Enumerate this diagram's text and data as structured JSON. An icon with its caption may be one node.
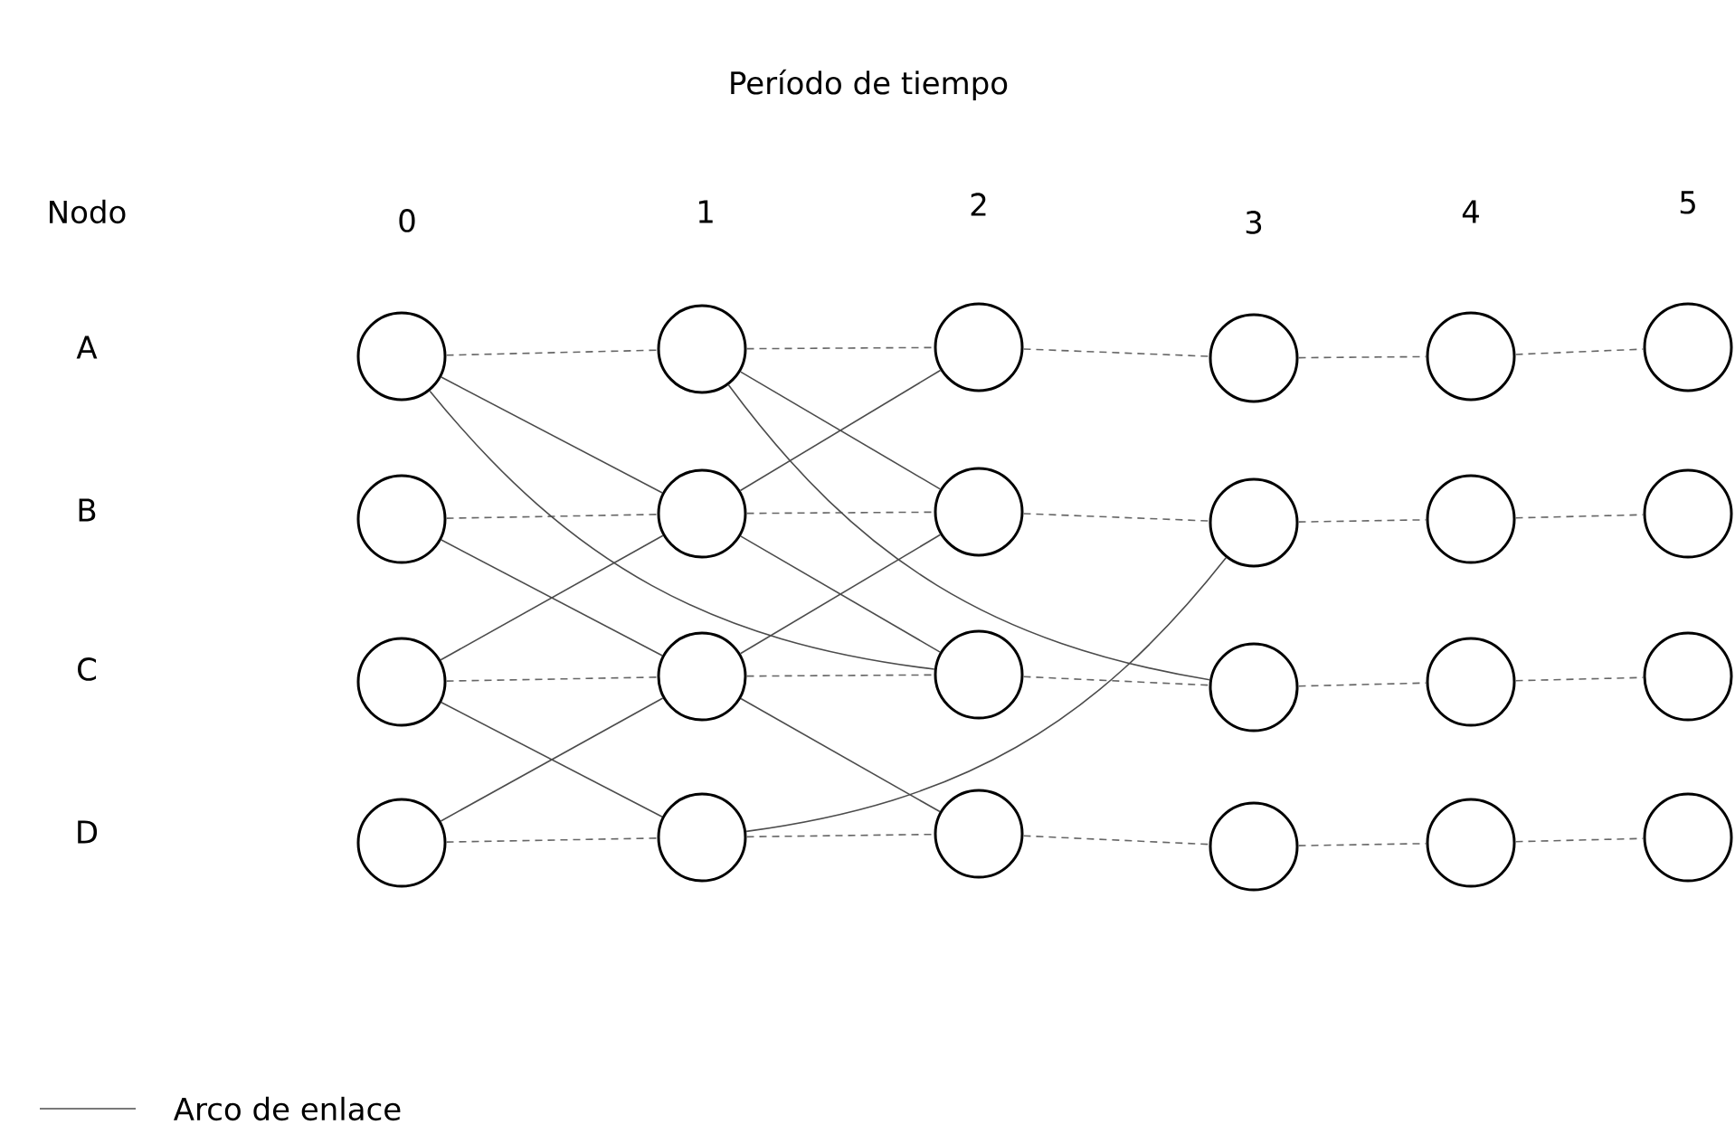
{
  "diagram": {
    "title": "Período de tiempo",
    "nodes": [
      {
        "text": [],
        "shape": "circle"
      },
      {
        "text": [],
        "shape": "circle"
      },
      {
        "text": [],
        "shape": "circle"
      },
      {
        "text": [],
        "shape": "circle"
      },
      {
        "text": [],
        "shape": "circle"
      },
      {
        "text": [],
        "shape": "circle"
      },
      {
        "text": [],
        "shape": "circle"
      },
      {
        "text": [],
        "shape": "circle"
      },
      {
        "text": [],
        "shape": "circle"
      },
      {
        "text": [],
        "shape": "circle"
      },
      {
        "text": [],
        "shape": "circle"
      },
      {
        "text": [],
        "shape": "circle"
      },
      {
        "text": [],
        "shape": "circle"
      },
      {
        "text": [],
        "shape": "circle"
      },
      {
        "text": [],
        "shape": "circle"
      },
      {
        "text": [],
        "shape": "circle"
      },
      {
        "text": [],
        "shape": "circle"
      },
      {
        "text": [],
        "shape": "circle"
      },
      {
        "text": [],
        "shape": "circle"
      },
      {
        "text": [],
        "shape": "circle"
      },
      {
        "text": [],
        "shape": "circle"
      },
      {
        "text": [],
        "shape": "circle"
      },
      {
        "text": [],
        "shape": "circle"
      },
      {
        "text": [],
        "shape": "circle"
      }
    ],
    "edges": [
      {
        "from": 0,
        "to": 1,
        "arrow": "none",
        "style": "dashed"
      },
      {
        "from": 1,
        "to": 2,
        "arrow": "none",
        "style": "dashed"
      },
      {
        "from": 2,
        "to": 3,
        "arrow": "none",
        "style": "dashed"
      },
      {
        "from": 3,
        "to": 4,
        "arrow": "none",
        "style": "dashed"
      },
      {
        "from": 4,
        "to": 5,
        "arrow": "none",
        "style": "dashed"
      },
      {
        "from": 6,
        "to": 7,
        "arrow": "none",
        "style": "dashed"
      },
      {
        "from": 7,
        "to": 8,
        "arrow": "none",
        "style": "dashed"
      },
      {
        "from": 8,
        "to": 9,
        "arrow": "none",
        "style": "dashed"
      },
      {
        "from": 9,
        "to": 10,
        "arrow": "none",
        "style": "dashed"
      },
      {
        "from": 10,
        "to": 11,
        "arrow": "none",
        "style": "dashed"
      },
      {
        "from": 12,
        "to": 13,
        "arrow": "none",
        "style": "dashed"
      },
      {
        "from": 13,
        "to": 14,
        "arrow": "none",
        "style": "dashed"
      },
      {
        "from": 14,
        "to": 15,
        "arrow": "none",
        "style": "dashed"
      },
      {
        "from": 15,
        "to": 16,
        "arrow": "none",
        "style": "dashed"
      },
      {
        "from": 16,
        "to": 17,
        "arrow": "none",
        "style": "dashed"
      },
      {
        "from": 18,
        "to": 19,
        "arrow": "none",
        "style": "dashed"
      },
      {
        "from": 19,
        "to": 20,
        "arrow": "none",
        "style": "dashed"
      },
      {
        "from": 20,
        "to": 21,
        "arrow": "none",
        "style": "dashed"
      },
      {
        "from": 21,
        "to": 22,
        "arrow": "none",
        "style": "dashed"
      },
      {
        "from": 22,
        "to": 23,
        "arrow": "none",
        "style": "dashed"
      },
      {
        "from": 0,
        "to": 7,
        "arrow": "none"
      },
      {
        "from": 0,
        "to": 14,
        "arrow": "none"
      },
      {
        "from": 6,
        "to": 13,
        "arrow": "none"
      },
      {
        "from": 12,
        "to": 7,
        "arrow": "none"
      },
      {
        "from": 12,
        "to": 19,
        "arrow": "none"
      },
      {
        "from": 18,
        "to": 13,
        "arrow": "none"
      },
      {
        "from": 1,
        "to": 8,
        "arrow": "none"
      },
      {
        "from": 1,
        "to": 15,
        "arrow": "none"
      },
      {
        "from": 7,
        "to": 2,
        "arrow": "none"
      },
      {
        "from": 7,
        "to": 14,
        "arrow": "none"
      },
      {
        "from": 13,
        "to": 8,
        "arrow": "none"
      },
      {
        "from": 13,
        "to": 20,
        "arrow": "none"
      },
      {
        "from": 19,
        "to": 9,
        "arrow": "none"
      }
    ],
    "labels": [
      "Nodo",
      "0",
      "1",
      "2",
      "3",
      "4",
      "5",
      "A",
      "B",
      "C",
      "D"
    ],
    "legend": [
      {
        "text": "Arco de enlace"
      }
    ]
  }
}
